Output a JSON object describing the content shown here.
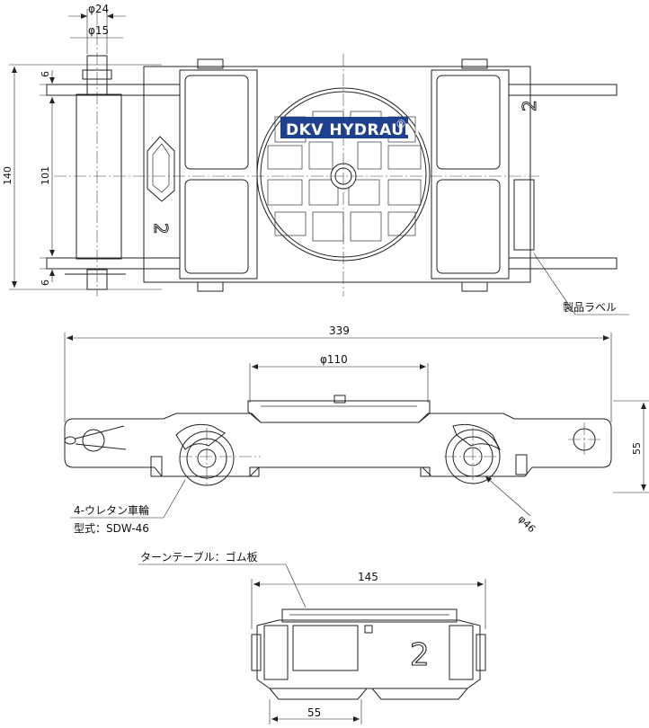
{
  "drawing": {
    "brand_label": "DKV HYDRAULIC",
    "registered_mark": "®",
    "model_number_mark": "2",
    "dimensions": {
      "pin_outer": "φ24",
      "pin_inner": "φ15",
      "total_height": "140",
      "inner_height": "101",
      "top_offset": "6",
      "bottom_offset": "6",
      "total_length": "339",
      "turntable_diameter": "φ110",
      "side_height": "55",
      "wheel_diameter": "φ46",
      "end_width": "145",
      "end_offset": "55"
    },
    "callouts": {
      "product_label": "製品ラベル",
      "wheels_line1": "4-ウレタン車輪",
      "wheels_line2": "型式：SDW-46",
      "turntable": "ターンテーブル：ゴム板"
    }
  }
}
